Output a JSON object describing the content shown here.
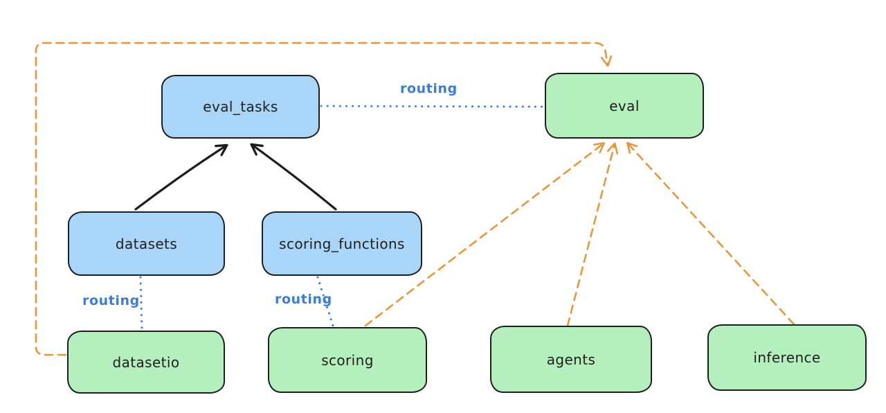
{
  "diagram": {
    "kind": "architecture-graph",
    "background": "#ffffff",
    "colors": {
      "background": "#ffffff",
      "node_blue_fill": "#a9d5f8",
      "node_green_fill": "#b4efbd",
      "node_stroke": "#1e1e1e",
      "routing_line": "#3b7cd6",
      "provider_line": "#e8953b",
      "dependency_line": "#1c1c1c"
    },
    "nodes": {
      "eval_tasks": {
        "label": "eval_tasks",
        "variant": "blue"
      },
      "eval": {
        "label": "eval",
        "variant": "green"
      },
      "datasets": {
        "label": "datasets",
        "variant": "blue"
      },
      "scoring_functions": {
        "label": "scoring_functions",
        "variant": "blue"
      },
      "datasetio": {
        "label": "datasetio",
        "variant": "green"
      },
      "scoring": {
        "label": "scoring",
        "variant": "green"
      },
      "agents": {
        "label": "agents",
        "variant": "green"
      },
      "inference": {
        "label": "inference",
        "variant": "green"
      }
    },
    "edges": [
      {
        "from": "datasets",
        "to": "eval_tasks",
        "style": "solid",
        "color": "black",
        "arrow": true,
        "label": ""
      },
      {
        "from": "scoring_functions",
        "to": "eval_tasks",
        "style": "solid",
        "color": "black",
        "arrow": true,
        "label": ""
      },
      {
        "from": "eval_tasks",
        "to": "eval",
        "style": "dotted",
        "color": "blue",
        "arrow": false,
        "label": "routing"
      },
      {
        "from": "datasets",
        "to": "datasetio",
        "style": "dotted",
        "color": "blue",
        "arrow": false,
        "label": "routing"
      },
      {
        "from": "scoring_functions",
        "to": "scoring",
        "style": "dotted",
        "color": "blue",
        "arrow": false,
        "label": "routing"
      },
      {
        "from": "datasetio",
        "to": "eval",
        "style": "dashed",
        "color": "orange",
        "arrow": true,
        "label": ""
      },
      {
        "from": "scoring",
        "to": "eval",
        "style": "dashed",
        "color": "orange",
        "arrow": true,
        "label": ""
      },
      {
        "from": "agents",
        "to": "eval",
        "style": "dashed",
        "color": "orange",
        "arrow": true,
        "label": ""
      },
      {
        "from": "inference",
        "to": "eval",
        "style": "dashed",
        "color": "orange",
        "arrow": true,
        "label": ""
      }
    ]
  }
}
